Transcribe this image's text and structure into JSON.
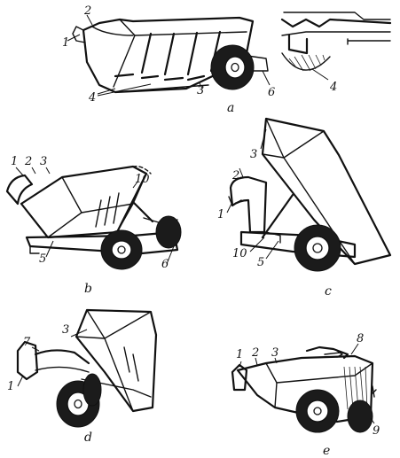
{
  "panels": {
    "a": {
      "caption": "a",
      "parts": {
        "p1": "1",
        "p2": "2",
        "p3": "3",
        "p4": "4",
        "p6": "6",
        "detail4": "4"
      }
    },
    "b": {
      "caption": "b",
      "parts": {
        "p1": "1",
        "p2": "2",
        "p3": "3",
        "p5": "5",
        "p6": "6",
        "p10": "10"
      }
    },
    "c": {
      "caption": "c",
      "parts": {
        "p1": "1",
        "p2": "2",
        "p3": "3",
        "p5": "5",
        "p10": "10"
      }
    },
    "d": {
      "caption": "d",
      "parts": {
        "p1": "1",
        "p3": "3",
        "p7": "7"
      }
    },
    "e": {
      "caption": "e",
      "parts": {
        "p1": "1",
        "p2": "2",
        "p3": "3",
        "p8": "8",
        "p9": "9"
      }
    }
  },
  "icons": [
    "loader-coupling-icon",
    "dump-body-icon",
    "wheel-icon"
  ]
}
